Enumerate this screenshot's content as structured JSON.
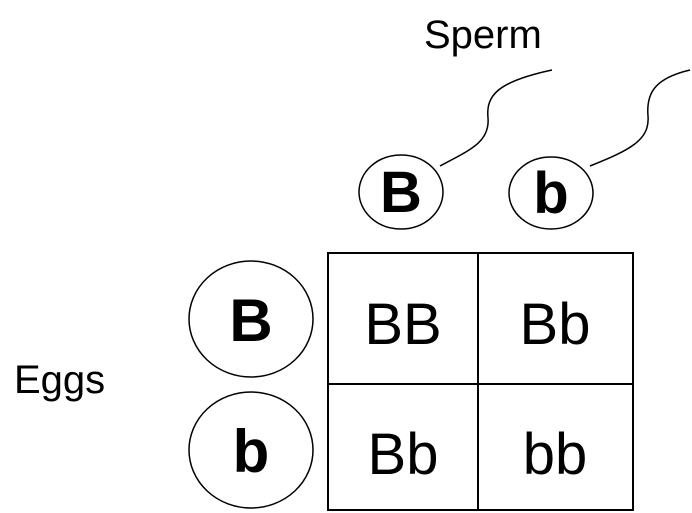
{
  "labels": {
    "sperm": "Sperm",
    "eggs": "Eggs"
  },
  "sperm_alleles": [
    "B",
    "b"
  ],
  "egg_alleles": [
    "B",
    "b"
  ],
  "punnett": {
    "rows": [
      [
        "BB",
        "Bb"
      ],
      [
        "Bb",
        "bb"
      ]
    ]
  }
}
